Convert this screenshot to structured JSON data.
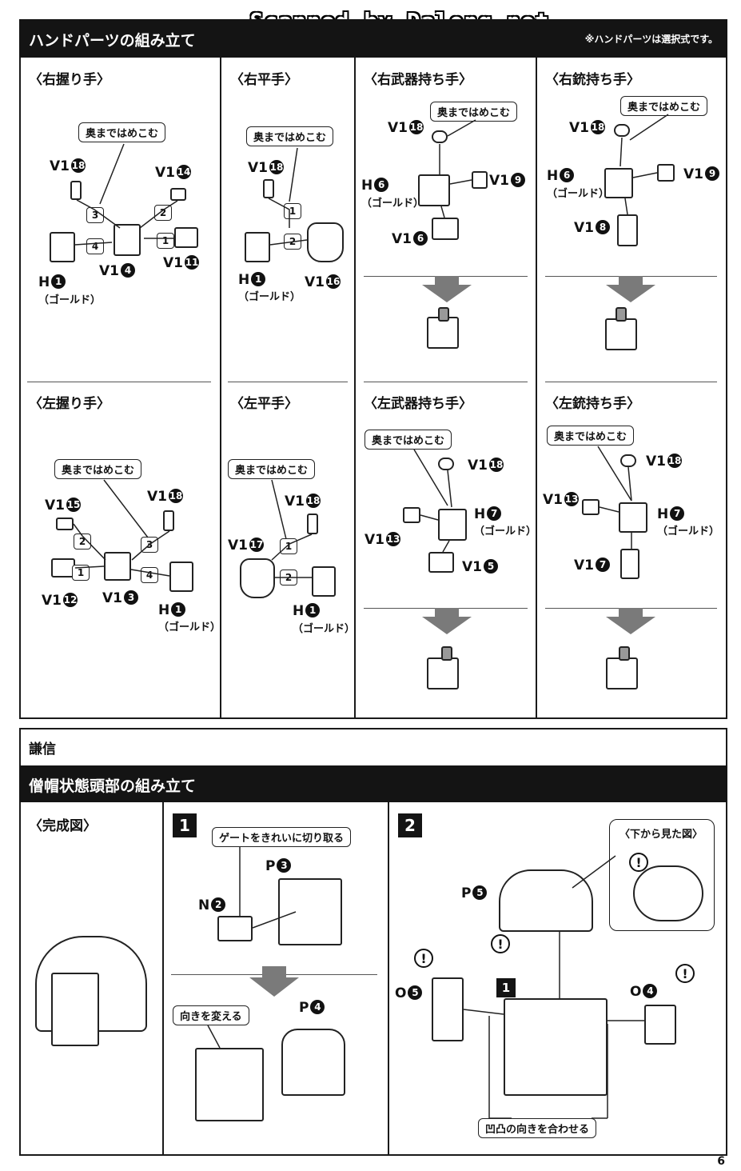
{
  "watermark": "Scanned by Dalong.net",
  "section1": {
    "title": "ハンドパーツの組み立て",
    "note": "※ハンドパーツは選択式です。",
    "panels": [
      {
        "title": "〈右握り手〉",
        "callout": "奥まではめこむ",
        "labels": [
          "V1",
          "V1",
          "V1",
          "V1",
          "H"
        ],
        "nums": [
          "18",
          "14",
          "4",
          "11",
          "1"
        ],
        "gold": "（ゴールド）",
        "steps": [
          "3",
          "2",
          "4",
          "1"
        ]
      },
      {
        "title": "〈右平手〉",
        "callout": "奥まではめこむ",
        "labels": [
          "V1",
          "H",
          "V1"
        ],
        "nums": [
          "18",
          "1",
          "16"
        ],
        "gold": "（ゴールド）",
        "steps": [
          "1",
          "2"
        ]
      },
      {
        "title": "〈右武器持ち手〉",
        "callout": "奥まではめこむ",
        "labels": [
          "V1",
          "H",
          "V1",
          "V1"
        ],
        "nums": [
          "18",
          "6",
          "9",
          "6"
        ],
        "gold": "（ゴールド）"
      },
      {
        "title": "〈右銃持ち手〉",
        "callout": "奥まではめこむ",
        "labels": [
          "V1",
          "H",
          "V1",
          "V1"
        ],
        "nums": [
          "18",
          "6",
          "9",
          "8"
        ],
        "gold": "（ゴールド）"
      },
      {
        "title": "〈左握り手〉",
        "callout": "奥まではめこむ",
        "labels": [
          "V1",
          "V1",
          "V1",
          "V1",
          "H"
        ],
        "nums": [
          "15",
          "18",
          "12",
          "3",
          "1"
        ],
        "gold": "（ゴールド）",
        "steps": [
          "2",
          "3",
          "1",
          "4"
        ]
      },
      {
        "title": "〈左平手〉",
        "callout": "奥まではめこむ",
        "labels": [
          "V1",
          "V1",
          "H"
        ],
        "nums": [
          "18",
          "17",
          "1"
        ],
        "gold": "（ゴールド）",
        "steps": [
          "1",
          "2"
        ]
      },
      {
        "title": "〈左武器持ち手〉",
        "callout": "奥まではめこむ",
        "labels": [
          "V1",
          "H",
          "V1",
          "V1"
        ],
        "nums": [
          "18",
          "7",
          "13",
          "5"
        ],
        "gold": "（ゴールド）"
      },
      {
        "title": "〈左銃持ち手〉",
        "callout": "奥まではめこむ",
        "labels": [
          "V1",
          "V1",
          "H",
          "V1"
        ],
        "nums": [
          "18",
          "13",
          "7",
          "7"
        ],
        "gold": "（ゴールド）"
      }
    ]
  },
  "section2": {
    "name": "謙信",
    "title": "僧帽状態頭部の組み立て",
    "complete": "〈完成図〉",
    "step1": {
      "num": "1",
      "callout": "ゲートをきれいに切り取る",
      "p3": "P",
      "p3n": "3",
      "n2": "N",
      "n2n": "2",
      "callout2": "向きを変える",
      "p4": "P",
      "p4n": "4"
    },
    "step2": {
      "num": "2",
      "p5": "P",
      "p5n": "5",
      "o5": "O",
      "o5n": "5",
      "o4": "O",
      "o4n": "4",
      "inner": "1",
      "bottom_view": "〈下から見た図〉",
      "callout": "凹凸の向きを合わせる",
      "warn": "!"
    }
  },
  "page_number": "6"
}
